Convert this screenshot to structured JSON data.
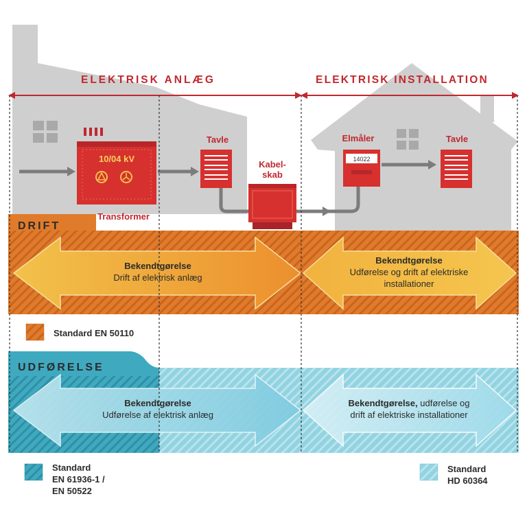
{
  "header": {
    "left_title": "ELEKTRISK ANLÆG",
    "right_title": "ELEKTRISK INSTALLATION"
  },
  "components": {
    "transformer_rating": "10/04 kV",
    "transformer_label": "Transformer",
    "tavle_left_label": "Tavle",
    "kabelskab_label_line1": "Kabel-",
    "kabelskab_label_line2": "skab",
    "elmaaler_label": "Elmåler",
    "elmaaler_counter": "14022",
    "tavle_right_label": "Tavle"
  },
  "drift": {
    "section_label": "DRIFT",
    "left_arrow_bold": "Bekendtgørelse",
    "left_arrow_text": "Drift af elektrisk anlæg",
    "right_arrow_bold": "Bekendtgørelse",
    "right_arrow_line2": "Udførelse og drift af elektriske",
    "right_arrow_line3": "installationer",
    "legend_label": "Standard EN 50110"
  },
  "udforelse": {
    "section_label": "UDFØRELSE",
    "left_arrow_bold": "Bekendtgørelse",
    "left_arrow_text": "Udførelse af elektrisk anlæg",
    "right_arrow_bold": "Bekendtgørelse,",
    "right_arrow_line1_rest": " udførelse og",
    "right_arrow_line2": "drift af elektriske installationer",
    "legend_left_line1": "Standard",
    "legend_left_line2": "EN 61936-1 /",
    "legend_left_line3": "EN 50522",
    "legend_right_line1": "Standard",
    "legend_right_line2": "HD 60364"
  },
  "colors": {
    "accent_red": "#c0282e",
    "building_gray": "#cfcfcf",
    "drift_orange": "#e07b2c",
    "arrow_yellow": "#f0b93a",
    "udforelse_teal": "#3fa9bf",
    "udforelse_light": "#8fd0df"
  }
}
